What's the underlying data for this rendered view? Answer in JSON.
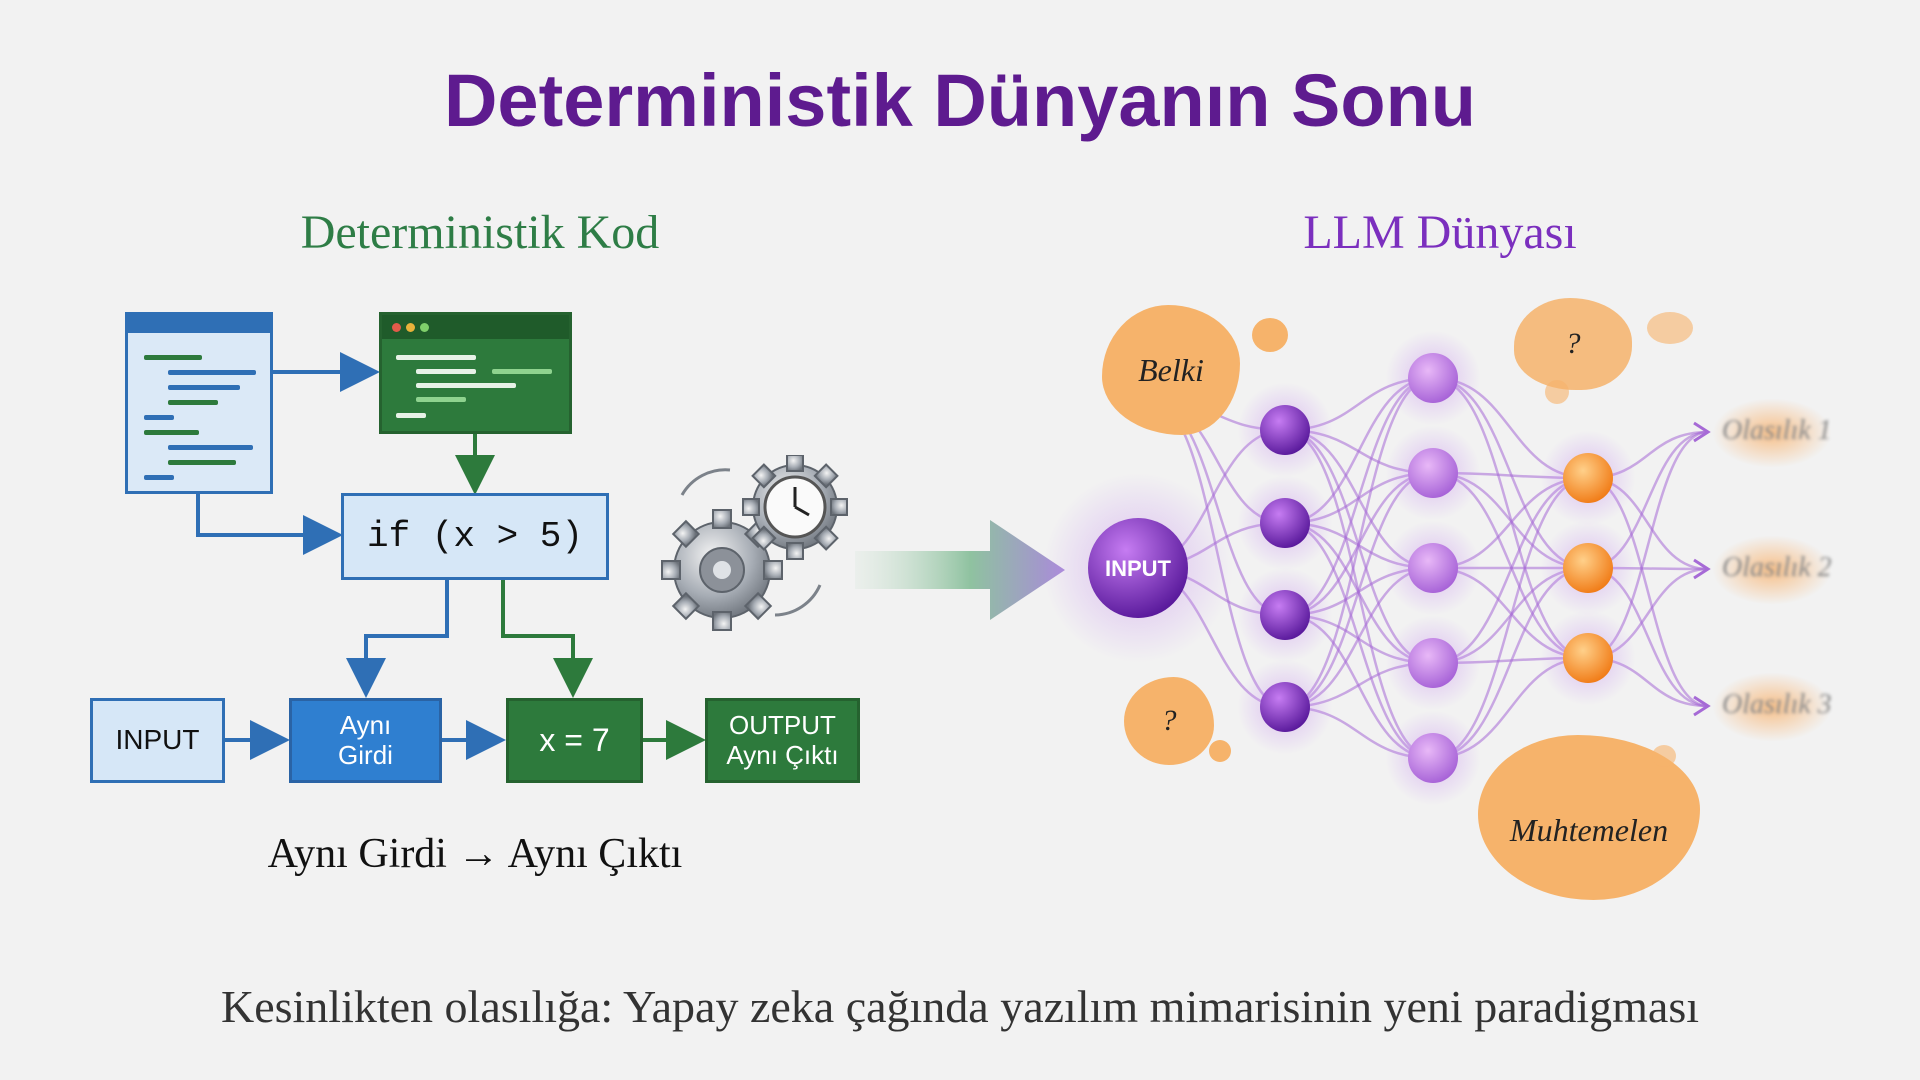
{
  "title": "Deterministik Dünyanın Sonu",
  "colors": {
    "title": "#5e1b8f",
    "left_heading": "#2e7d46",
    "right_heading": "#7b2fbe",
    "blue": "#2f6fb5",
    "light_blue": "#d6e7f7",
    "green": "#2d7a3c",
    "orange": "#f6b36b",
    "purple": "#8a3fd1"
  },
  "left": {
    "heading": "Deterministik Kod",
    "condition": "if (x > 5)",
    "input": "INPUT",
    "same_input": "Aynı\nGirdi",
    "assignment": "x = 7",
    "output": "OUTPUT\nAynı Çıktı",
    "caption": "Aynı Girdi → Aynı Çıktı"
  },
  "right": {
    "heading": "LLM Dünyası",
    "input_node": "INPUT",
    "maybe": "Belki",
    "question_top": "?",
    "question_bottom": "?",
    "probably": "Muhtemelen",
    "probabilities": [
      "Olasılık 1",
      "Olasılık 2",
      "Olasılık 3"
    ]
  },
  "subtitle": "Kesinlikten olasılığa: Yapay zeka çağında yazılım mimarisinin yeni paradigması",
  "icons": [
    "code-document-icon",
    "code-window-icon",
    "gears-clock-icon",
    "transition-arrow-icon",
    "neural-network-icon"
  ]
}
